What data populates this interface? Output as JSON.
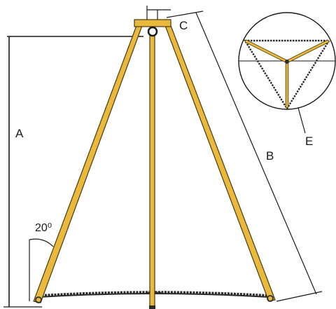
{
  "labels": {
    "height": "A",
    "leg_length": "B",
    "head": "C",
    "top_view": "E",
    "angle": "20⁰"
  },
  "colors": {
    "leg_fill": "#e8b93c",
    "leg_stroke": "#4a3a10",
    "line": "#1a1a1a",
    "chain": "#2b2b2b",
    "background": "#ffffff"
  }
}
